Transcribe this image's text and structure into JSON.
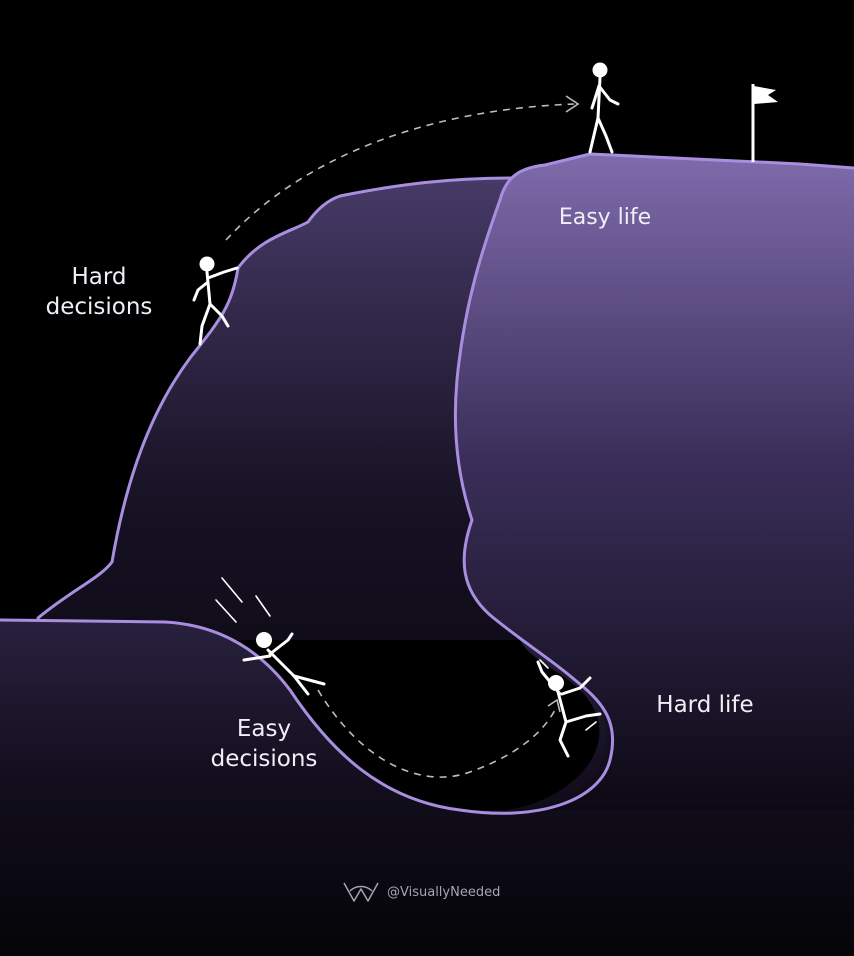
{
  "labels": {
    "hard_decisions": [
      "Hard",
      "decisions"
    ],
    "easy_life": "Easy life",
    "easy_decisions": [
      "Easy",
      "decisions"
    ],
    "hard_life": "Hard life"
  },
  "watermark": {
    "handle": "@VisuallyNeeded",
    "logo_icon": "visually-needed-logo-icon"
  },
  "colors": {
    "background": "#000000",
    "outline": "#a98ee0",
    "terrain_light": "#7d6aaa",
    "terrain_dark": "#0d0a16",
    "text": "#f2eef8",
    "figure": "#ffffff"
  },
  "icons": {
    "flag": "flag-icon",
    "figures": [
      "climber-figure",
      "walker-figure",
      "sliding-figure",
      "stuck-figure"
    ]
  }
}
